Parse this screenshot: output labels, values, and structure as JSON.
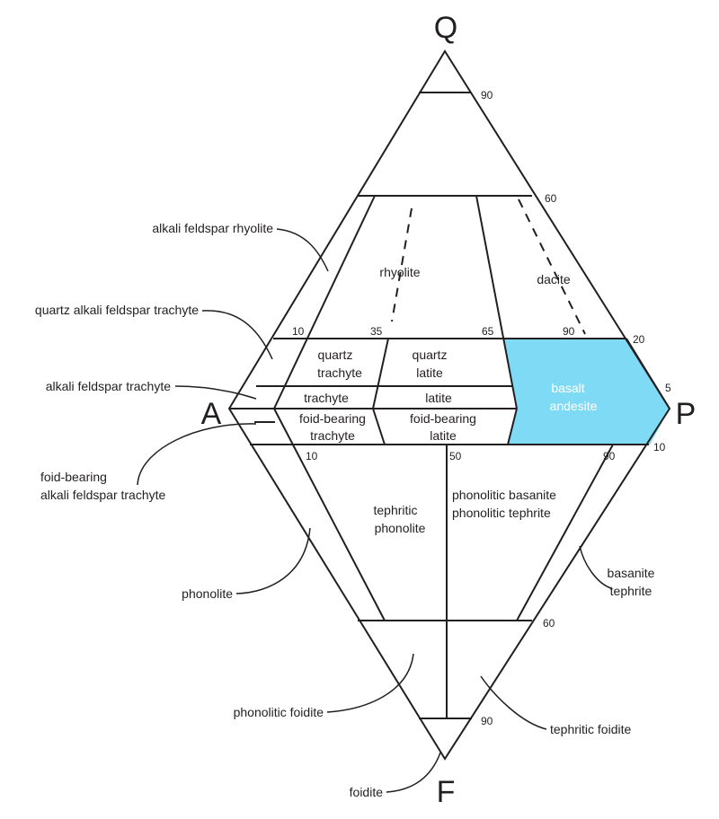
{
  "corners": {
    "q": "Q",
    "a": "A",
    "p": "P",
    "f": "F"
  },
  "highlight_color": "#7fdbf5",
  "ticks": {
    "q90": "90",
    "q60": "60",
    "q20": "20",
    "q5": "5",
    "q10": "10",
    "a10": "10",
    "a35": "35",
    "a65": "65",
    "a90": "90",
    "f10": "10",
    "f50": "50",
    "f90": "90",
    "f60": "60",
    "fv90": "90"
  },
  "fields": {
    "rhyolite": "rhyolite",
    "dacite": "dacite",
    "quartz_trachyte": [
      "quartz",
      "trachyte"
    ],
    "quartz_latite": [
      "quartz",
      "latite"
    ],
    "trachyte": "trachyte",
    "latite": "latite",
    "foid_trachyte": [
      "foid-bearing",
      "trachyte"
    ],
    "foid_latite": [
      "foid-bearing",
      "latite"
    ],
    "basalt_andesite": [
      "basalt",
      "andesite"
    ],
    "tephritic_phonolite": [
      "tephritic",
      "phonolite"
    ],
    "phonolitic_basanite": [
      "phonolitic basanite",
      "phonolitic tephrite"
    ]
  },
  "callouts": {
    "alkali_feldspar_rhyolite": "alkali feldspar rhyolite",
    "quartz_alkali_feldspar_trachyte": "quartz alkali feldspar trachyte",
    "alkali_feldspar_trachyte": "alkali feldspar trachyte",
    "foid_alkali_feldspar_trachyte": [
      "foid-bearing",
      "alkali feldspar trachyte"
    ],
    "phonolite": "phonolite",
    "basanite_tephrite": [
      "basanite",
      "tephrite"
    ],
    "phonolitic_foidite": "phonolitic foidite",
    "tephritic_foidite": "tephritic foidite",
    "foidite": "foidite"
  }
}
